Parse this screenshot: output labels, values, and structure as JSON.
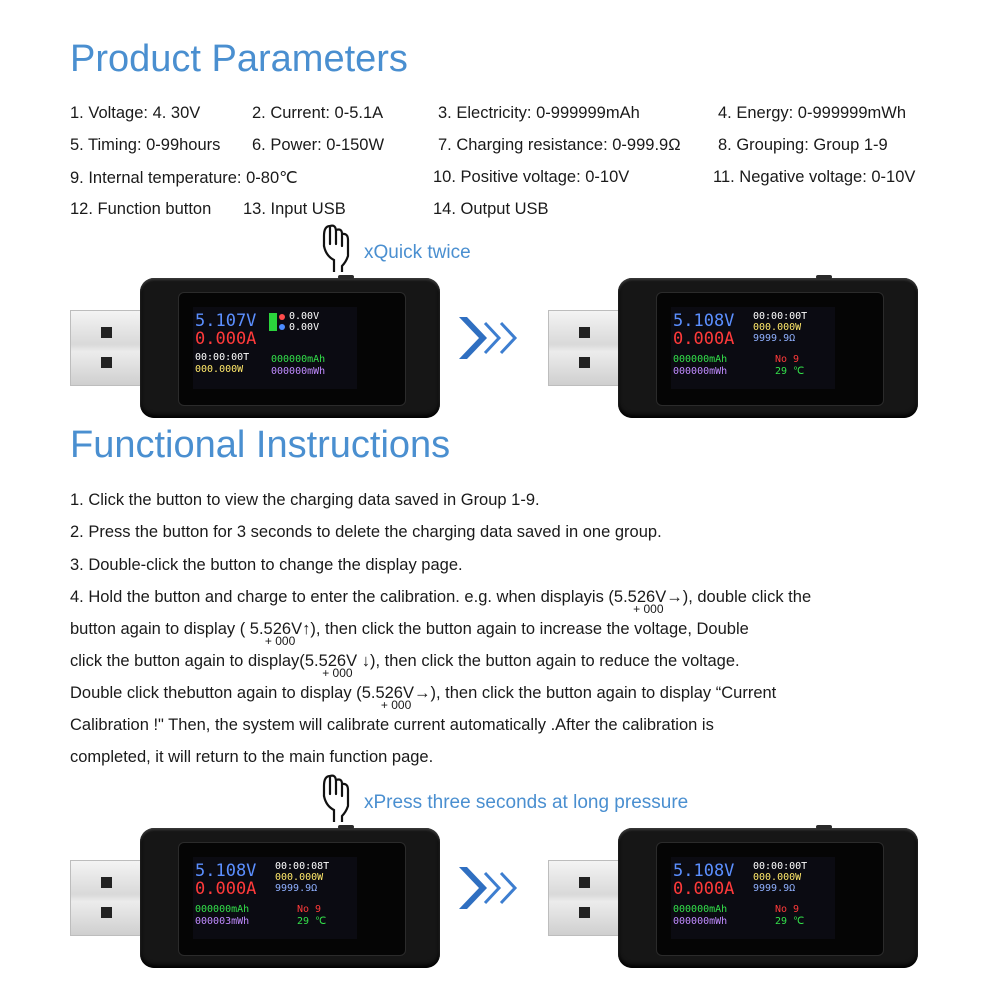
{
  "colors": {
    "heading": "#4a8fd0",
    "voltage": "#5b8fff",
    "current": "#ff3a3a",
    "time": "#ffffff",
    "power": "#ffe86a",
    "capacity": "#33e04a",
    "energy": "#c08bff",
    "temp": "#33e04a",
    "group": "#ff3a3a"
  },
  "product": {
    "title": "Product Parameters",
    "params": [
      "1. Voltage: 4. 30V",
      "2. Current: 0-5.1A",
      "3. Electricity: 0-999999mAh",
      "4. Energy: 0-999999mWh",
      "5. Timing: 0-99hours",
      "6. Power: 0-150W",
      "7. Charging resistance: 0-999.9Ω",
      "8. Grouping: Group 1-9",
      "9. Internal temperature:  0-80℃",
      "10. Positive voltage: 0-10V",
      "11. Negative voltage: 0-10V",
      "12. Function button",
      "13. Input USB",
      "14. Output USB"
    ]
  },
  "hint1": "xQuick twice",
  "hint2": "xPress three seconds at long pressure",
  "functional": {
    "title": "Functional Instructions",
    "l1": "1. Click the button to view the charging data saved in Group 1-9.",
    "l2": "2. Press the button for 3 seconds to delete the charging data saved in one group.",
    "l3": "3. Double-click the button to change the display page.",
    "l4a": "4. Hold the button and charge to enter the calibration. e.g. when displayis (",
    "l4b": "), double click the",
    "l5a": "button again to display ( ",
    "l5b": "), then click the button again to increase the voltage, Double",
    "l6a": "click the button again to display(",
    "l6b": "), then click the button again to reduce the voltage.",
    "l7a": "Double click thebutton again to display (",
    "l7b": "), then click the button again to display   “Current",
    "l8": "Calibration !\" Then, the system will calibrate current automatically .After the calibration is",
    "l9": "completed, it will return to the main function page.",
    "cal_right": "5.526V→",
    "cal_up": "5.526V↑",
    "cal_down": "5.526V ↓",
    "cal_sub": "+ 000"
  },
  "screens": {
    "s1": {
      "v": "5.107V",
      "a": "0.000A",
      "time": "00:00:00T",
      "power": "000.000W",
      "pv": "0.00V",
      "nv": "0.00V",
      "mah": "000000mAh",
      "mwh": "000000mWh"
    },
    "s2": {
      "v": "5.108V",
      "a": "0.000A",
      "time": "00:00:00T",
      "power": "000.000W",
      "res": "9999.9Ω",
      "mah": "000000mAh",
      "mwh": "000000mWh",
      "no": "No  9",
      "temp": "29 ℃"
    },
    "s3": {
      "v": "5.108V",
      "a": "0.000A",
      "time": "00:00:08T",
      "power": "000.000W",
      "res": "9999.9Ω",
      "mah": "000000mAh",
      "mwh": "000003mWh",
      "no": "No  9",
      "temp": "29 ℃"
    },
    "s4": {
      "v": "5.108V",
      "a": "0.000A",
      "time": "00:00:00T",
      "power": "000.000W",
      "res": "9999.9Ω",
      "mah": "000000mAh",
      "mwh": "000000mWh",
      "no": "No  9",
      "temp": "29 ℃"
    }
  }
}
